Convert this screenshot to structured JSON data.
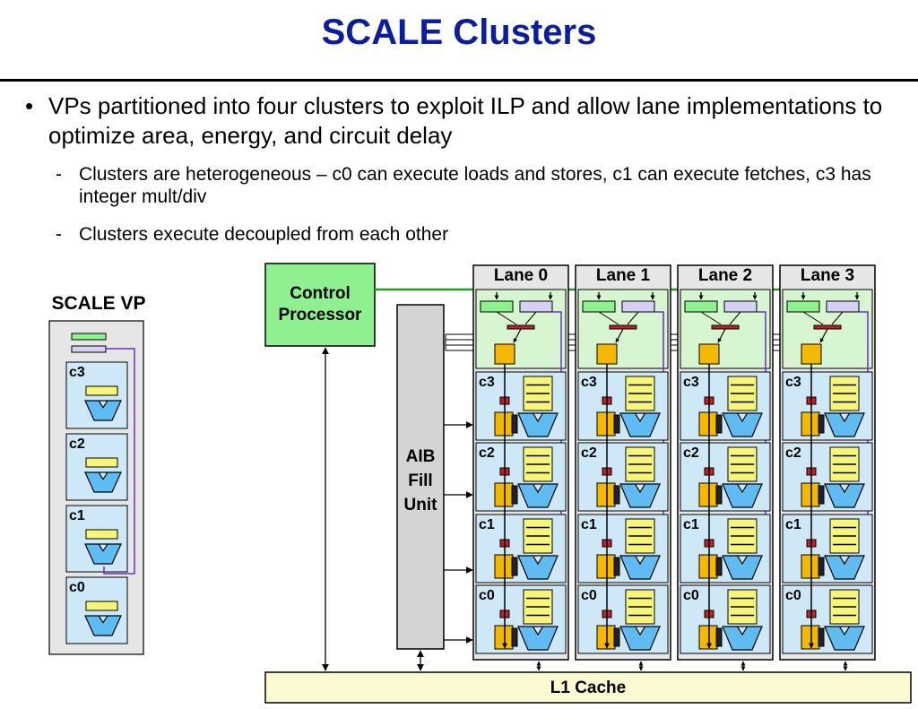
{
  "slide": {
    "title": "SCALE Clusters",
    "bullet": "VPs partitioned into four clusters to exploit ILP and allow lane implementations to optimize area, energy, and circuit delay",
    "bullet_marker": "•",
    "sub_marker": "-",
    "subbullets": [
      "Clusters are heterogeneous – c0 can execute loads and stores, c1 can execute fetches, c3 has integer mult/div",
      "Clusters execute decoupled from each other"
    ]
  },
  "diagram": {
    "vp_title": "SCALE VP",
    "vp_clusters": [
      "c3",
      "c2",
      "c1",
      "c0"
    ],
    "control_processor": "Control Processor",
    "aib_fill_unit": "AIB Fill Unit",
    "l1_cache": "L1 Cache",
    "lanes": [
      "Lane 0",
      "Lane 1",
      "Lane 2",
      "Lane 3"
    ],
    "lane_clusters": [
      "c3",
      "c2",
      "c1",
      "c0"
    ],
    "colors": {
      "title_blue": "#0b1f9c",
      "control_green": "#8ef08e",
      "lane_top_green": "#d6f5d0",
      "cluster_blue": "#cfe8f8",
      "alu_blue": "#5fbbf0",
      "register_yellow": "#f7f47a",
      "fetch_orange": "#f5b800",
      "cache_cream": "#fbfad0",
      "aib_gray": "#d4d4d4",
      "link_purple": "#6a30c8",
      "line_green": "#1e9a1e",
      "xbar_red": "#c0202a"
    }
  }
}
